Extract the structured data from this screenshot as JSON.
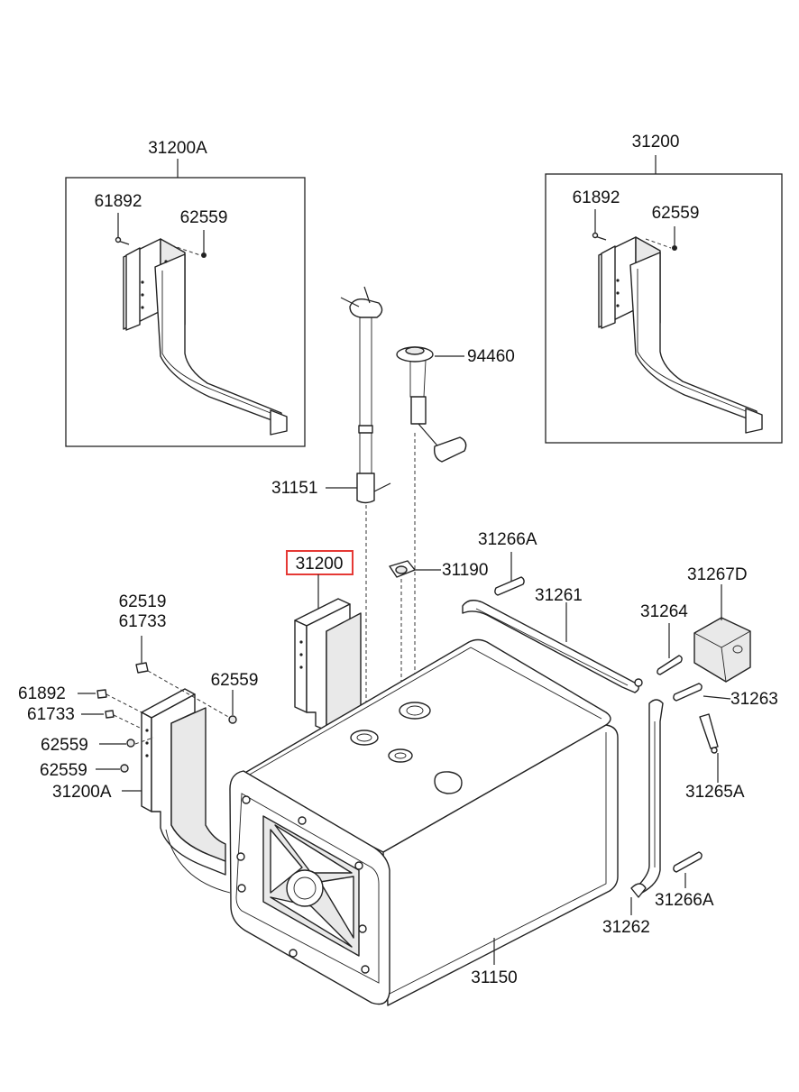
{
  "parts": {
    "kit_left_title": "31200A",
    "kit_left_bolt": "61892",
    "kit_left_nut": "62559",
    "kit_right_title": "31200",
    "kit_right_bolt": "61892",
    "kit_right_nut": "62559",
    "sender_unit": "94460",
    "gauge_tube": "31151",
    "highlighted": "31200",
    "filler_cap": "31190",
    "pin_top": "31266A",
    "strap_top": "31261",
    "cushion": "31267D",
    "pin_a": "31264",
    "pin_b": "31263",
    "bolt_right": "31265A",
    "pin_bottom": "31266A",
    "strap_bottom": "31262",
    "tank": "31150",
    "bolt_a": "62519",
    "bolt_b": "61733",
    "bolt_c": "61892",
    "bolt_d": "61733",
    "nut_a": "62559",
    "nut_b": "62559",
    "nut_c": "62559",
    "bracket_left": "31200A"
  },
  "colors": {
    "highlight": "#e53935",
    "line": "#222222"
  }
}
